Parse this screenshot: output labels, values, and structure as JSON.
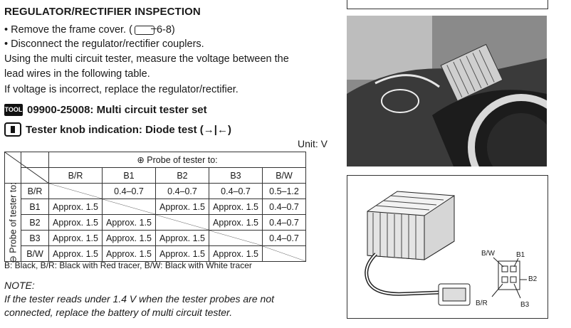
{
  "title": "REGULATOR/RECTIFIER INSPECTION",
  "bullets": [
    "• Remove the frame cover. (",
    "6-8)",
    "• Disconnect the regulator/rectifier couplers."
  ],
  "instructions": [
    "Using the multi circuit tester, measure the voltage between the",
    "lead wires in the following table.",
    "If voltage is incorrect, replace the regulator/rectifier."
  ],
  "tool": {
    "icon_text": "TOOL",
    "text": "09900-25008: Multi circuit tester set"
  },
  "knob": {
    "text": "Tester knob indication: Diode test (→|←)"
  },
  "unit": "Unit: V",
  "table": {
    "plus_header": "⊕ Probe of tester to:",
    "minus_header": "⊖ Probe of tester to:",
    "columns": [
      "B/R",
      "B1",
      "B2",
      "B3",
      "B/W"
    ],
    "rows": [
      {
        "label": "B/R",
        "cells": [
          "",
          "0.4–0.7",
          "0.4–0.7",
          "0.4–0.7",
          "0.5–1.2"
        ]
      },
      {
        "label": "B1",
        "cells": [
          "Approx. 1.5",
          "",
          "Approx. 1.5",
          "Approx. 1.5",
          "0.4–0.7"
        ]
      },
      {
        "label": "B2",
        "cells": [
          "Approx. 1.5",
          "Approx. 1.5",
          "",
          "Approx. 1.5",
          "0.4–0.7"
        ]
      },
      {
        "label": "B3",
        "cells": [
          "Approx. 1.5",
          "Approx. 1.5",
          "Approx. 1.5",
          "",
          "0.4–0.7"
        ]
      },
      {
        "label": "B/W",
        "cells": [
          "Approx. 1.5",
          "Approx. 1.5",
          "Approx. 1.5",
          "Approx. 1.5",
          ""
        ]
      }
    ]
  },
  "legend": "B: Black, B/R: Black with Red tracer, B/W: Black with White tracer",
  "note_label": "NOTE:",
  "note_lines": [
    "If the tester reads under 1.4 V when the tester probes are not",
    "connected, replace the battery of multi circuit tester."
  ],
  "diagram_labels": {
    "bw": "B/W",
    "b1": "B1",
    "b2": "B2",
    "br": "B/R",
    "b3": "B3"
  }
}
